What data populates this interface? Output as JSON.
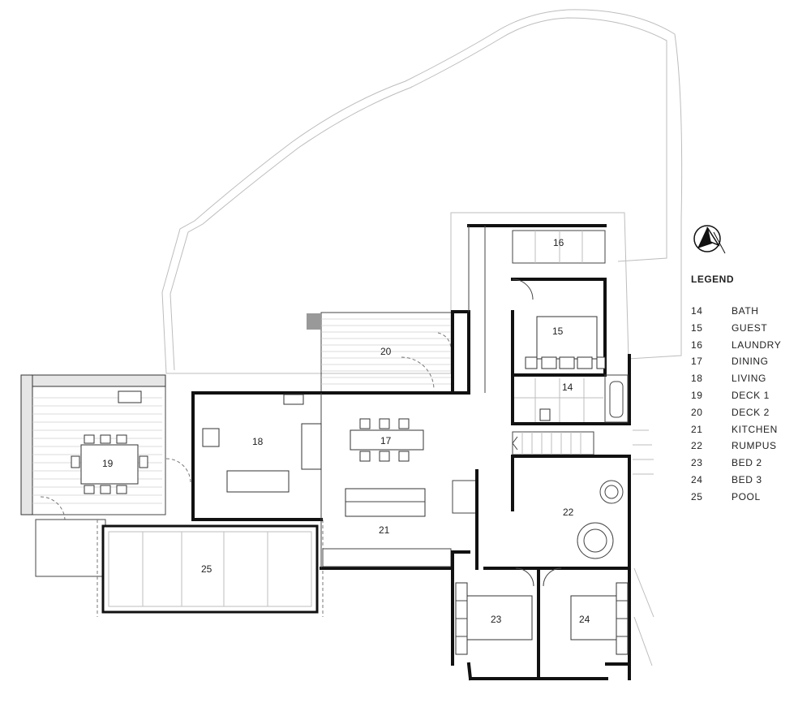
{
  "legend": {
    "title": "LEGEND",
    "items": [
      {
        "num": "14",
        "label": "BATH"
      },
      {
        "num": "15",
        "label": "GUEST"
      },
      {
        "num": "16",
        "label": "LAUNDRY"
      },
      {
        "num": "17",
        "label": "DINING"
      },
      {
        "num": "18",
        "label": "LIVING"
      },
      {
        "num": "19",
        "label": "DECK 1"
      },
      {
        "num": "20",
        "label": "DECK 2"
      },
      {
        "num": "21",
        "label": "KITCHEN"
      },
      {
        "num": "22",
        "label": "RUMPUS"
      },
      {
        "num": "23",
        "label": "BED 2"
      },
      {
        "num": "24",
        "label": "BED 3"
      },
      {
        "num": "25",
        "label": "POOL"
      }
    ]
  },
  "rooms": {
    "r14": "14",
    "r15": "15",
    "r16": "16",
    "r17": "17",
    "r18": "18",
    "r19": "19",
    "r20": "20",
    "r21": "21",
    "r22": "22",
    "r23": "23",
    "r24": "24",
    "r25": "25"
  },
  "icons": {
    "north_arrow": "north-arrow-icon"
  }
}
